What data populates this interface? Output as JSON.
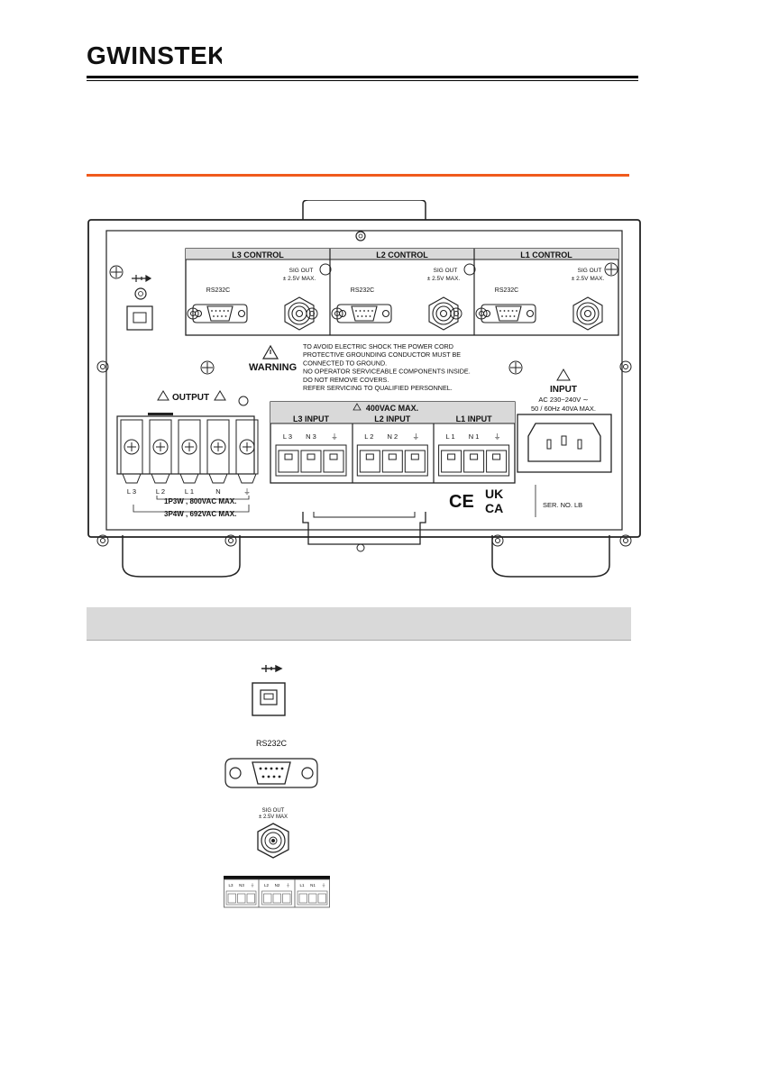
{
  "header": {
    "brand": "GWINSTEK"
  },
  "panel": {
    "control_sections": [
      {
        "title": "L3  CONTROL",
        "rs232": "RS232C",
        "sig1": "SIG OUT",
        "sig2": "± 2.5V  MAX."
      },
      {
        "title": "L2  CONTROL",
        "rs232": "RS232C",
        "sig1": "SIG OUT",
        "sig2": "± 2.5V  MAX."
      },
      {
        "title": "L1  CONTROL",
        "rs232": "RS232C",
        "sig1": "SIG OUT",
        "sig2": "± 2.5V  MAX."
      }
    ],
    "warning": {
      "title": "WARNING",
      "lines": [
        "TO AVOID ELECTRIC SHOCK THE POWER CORD",
        "PROTECTIVE GROUNDING CONDUCTOR MUST BE",
        "CONNECTED TO GROUND.",
        "NO OPERATOR SERVICEABLE COMPONENTS INSIDE.",
        "DO NOT REMOVE COVERS.",
        "REFER SERVICING TO QUALIFIED PERSONNEL."
      ]
    },
    "output": {
      "title": "OUTPUT",
      "terminals": [
        "L 3",
        "L 2",
        "L 1",
        "N",
        "⏚"
      ],
      "note1": "1P3W , 800VAC  MAX.",
      "note2": "3P4W , 692VAC  MAX."
    },
    "inputs": {
      "max": "400VAC  MAX.",
      "groups": [
        {
          "title": "L3  INPUT",
          "pins": [
            "L 3",
            "N 3",
            "⏚"
          ]
        },
        {
          "title": "L2  INPUT",
          "pins": [
            "L 2",
            "N 2",
            "⏚"
          ]
        },
        {
          "title": "L1  INPUT",
          "pins": [
            "L 1",
            "N 1",
            "⏚"
          ]
        }
      ]
    },
    "power": {
      "title": "INPUT",
      "line1": "AC  230~240V ∼",
      "line2": "50 / 60Hz   40VA MAX."
    },
    "marks": {
      "ce": "CE",
      "ukca1": "UK",
      "ukca2": "CA"
    },
    "serial": "SER. NO. LB"
  },
  "legend": {
    "rs232_label": "RS232C",
    "sig1": "SIG OUT",
    "sig2": "± 2.5V MAX",
    "strip": [
      {
        "pins": [
          "L3",
          "N3",
          "⏚"
        ]
      },
      {
        "pins": [
          "L2",
          "N2",
          "⏚"
        ]
      },
      {
        "pins": [
          "L1",
          "N1",
          "⏚"
        ]
      }
    ]
  },
  "colors": {
    "accent_rule": "#f05a1c",
    "table_header": "#d9d9d9"
  }
}
